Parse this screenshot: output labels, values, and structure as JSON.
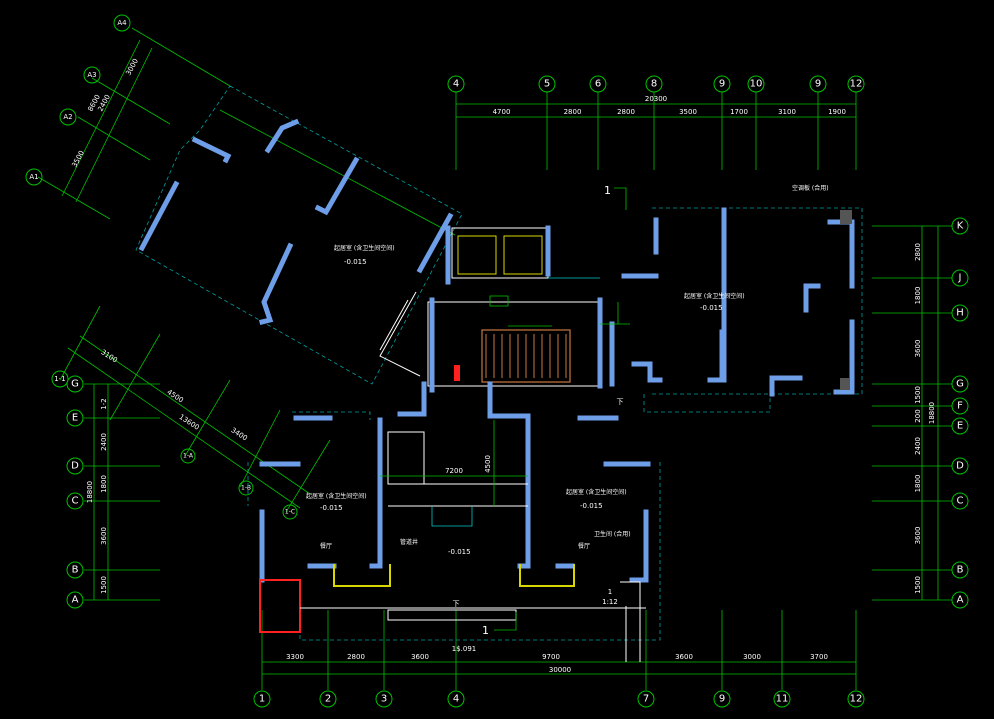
{
  "top_axes": [
    {
      "label": "4"
    },
    {
      "label": "5"
    },
    {
      "label": "6"
    },
    {
      "label": "8"
    },
    {
      "label": "9"
    },
    {
      "label": "10"
    },
    {
      "label": "9"
    },
    {
      "label": "12"
    }
  ],
  "top_total": "20300",
  "top_dims": [
    "4700",
    "2800",
    "2800",
    "3500",
    "1700",
    "3100",
    "1900"
  ],
  "bottom_axes": [
    {
      "label": "1"
    },
    {
      "label": "2"
    },
    {
      "label": "3"
    },
    {
      "label": "4"
    },
    {
      "label": "7"
    },
    {
      "label": "9"
    },
    {
      "label": "11"
    },
    {
      "label": "12"
    }
  ],
  "bottom_total": "30000",
  "bottom_dims": [
    "3300",
    "2800",
    "3600",
    "9700",
    "3600",
    "3000",
    "3700"
  ],
  "bottom_extra": "1$.091",
  "right_axes": [
    {
      "label": "K"
    },
    {
      "label": "J"
    },
    {
      "label": "H"
    },
    {
      "label": "G"
    },
    {
      "label": "F"
    },
    {
      "label": "E"
    },
    {
      "label": "D"
    },
    {
      "label": "C"
    },
    {
      "label": "B"
    },
    {
      "label": "A"
    }
  ],
  "right_total": "18800",
  "right_dims": [
    "2800",
    "1800",
    "3600",
    "1500",
    "200",
    "2400",
    "1800",
    "3600",
    "1500"
  ],
  "left_axes": [
    {
      "label": "G"
    },
    {
      "label": "E"
    },
    {
      "label": "D"
    },
    {
      "label": "C"
    },
    {
      "label": "B"
    },
    {
      "label": "A"
    }
  ],
  "left_total": "18800",
  "left_dims": [
    "1-2",
    "2400",
    "1800",
    "3600",
    "1500"
  ],
  "left_extra_label": "1-1",
  "diag_axes": [
    {
      "label": "A4"
    },
    {
      "label": "A3"
    },
    {
      "label": "A2"
    },
    {
      "label": "A1"
    }
  ],
  "diag_dims": [
    "3000",
    "8600",
    "2400",
    "3500"
  ],
  "lower_diag_dims": [
    "3100",
    "4500",
    "13600",
    "3400"
  ],
  "lower_diag_labels": [
    "1-A",
    "1-B",
    "1-C"
  ],
  "rooms": [
    {
      "name": "起居室 (含卫生间空间)",
      "elev": "-0.015"
    },
    {
      "name": "起居室 (含卫生间空间)",
      "elev": "-0.015"
    },
    {
      "name": "起居室 (含卫生间空间)",
      "elev": "-0.015"
    },
    {
      "name": "起居室 (含卫生间空间)",
      "elev": "-0.015"
    },
    {
      "name": "餐厅",
      "elev": ""
    },
    {
      "name": "管道井",
      "elev": "-0.015"
    },
    {
      "name": "餐厅",
      "elev": ""
    },
    {
      "name": "卫生间 (合用)",
      "elev": ""
    },
    {
      "name": "空调板 (合用)",
      "elev": ""
    }
  ],
  "center_dim_h": "7200",
  "center_dim_v": "4500",
  "section_mark_top": "1",
  "section_mark_bottom": "1",
  "ramp_label": "1:12",
  "ramp_num": "1",
  "down_label": "下",
  "down_label_right": "下"
}
